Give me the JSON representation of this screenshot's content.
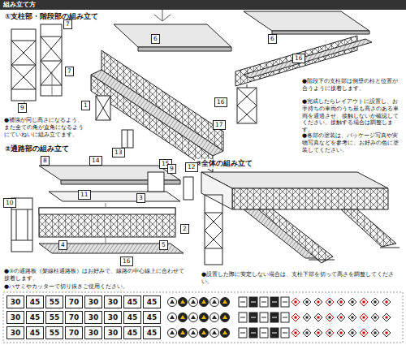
{
  "diagram": {
    "title": "組み立て方",
    "labels": [
      "①支柱部・階段部の組み立て",
      "②通路部の組み立て",
      "③全体の組み立て",
      "●補強が同じ高さになるよう、また全ての角が直角になるようにていねいに組み立てます。",
      "●階段下の支柱部は側壁の柱と位置が合うように接着します。",
      "●完成したらレイアウトに設置し、お手持ちの車両のうち最も高さのある車両を通過させ、接触しないか確認してください。接触する場合は調整します。",
      "●各部の塗装は、パッケージ写真や実物写真などを参考に、お好みの色に塗装してください。",
      "●⑤の通路板（架線柱通路板）はお好みで、線路の中心線上に合わせて接着します。",
      "●設置した際に安定しない場合は、支柱下部を切って高さを調整してください。",
      "●ハサミやカッターで切り抜きご使用ください。",
      "7",
      "9",
      "7",
      "6",
      "16",
      "17",
      "1",
      "13",
      "15",
      "6",
      "16",
      "8",
      "14",
      "11",
      "3",
      "9",
      "12",
      "10",
      "2",
      "4",
      "5",
      "16",
      "30",
      "45",
      "55",
      "70",
      "30",
      "30",
      "45",
      "45",
      "30",
      "45",
      "55",
      "70",
      "30",
      "30",
      "45",
      "45",
      "30",
      "45",
      "55",
      "70",
      "30",
      "30",
      "45",
      "45"
    ]
  }
}
